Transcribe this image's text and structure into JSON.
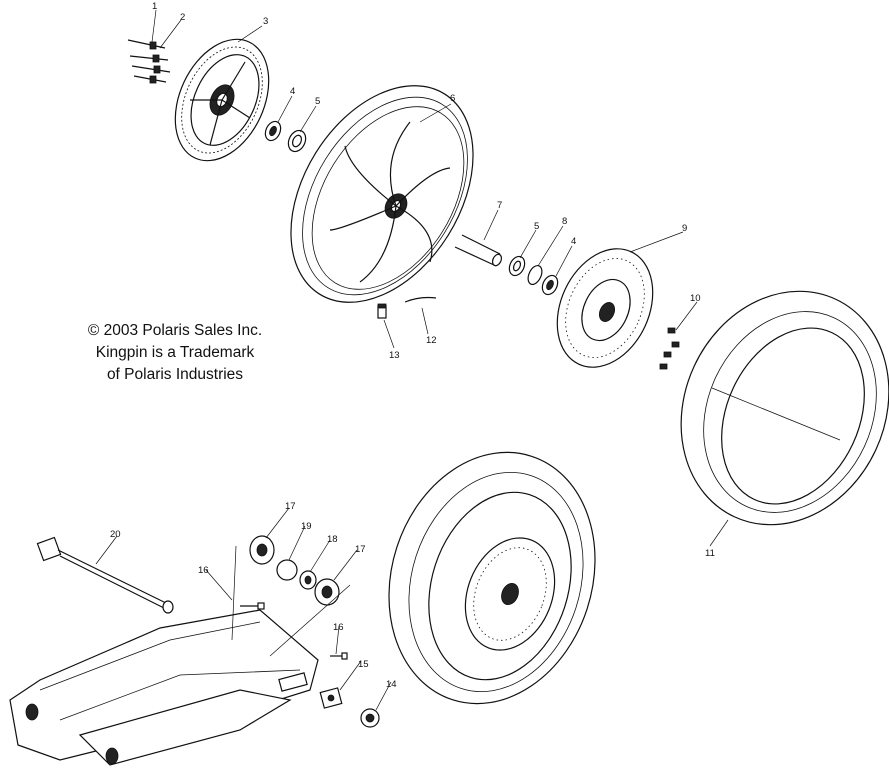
{
  "copyright": {
    "line1": "© 2003 Polaris Sales Inc.",
    "line2": "Kingpin is a Trademark",
    "line3": "of Polaris Industries"
  },
  "callouts": [
    "1",
    "2",
    "3",
    "4",
    "5",
    "6",
    "7",
    "5",
    "8",
    "4",
    "9",
    "10",
    "11",
    "12",
    "13",
    "14",
    "15",
    "16",
    "16",
    "17",
    "17",
    "18",
    "19",
    "20"
  ]
}
